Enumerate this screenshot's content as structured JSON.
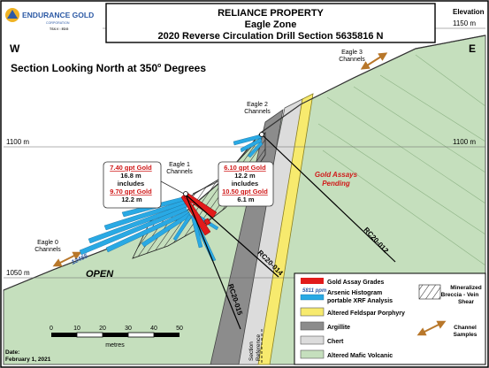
{
  "header": {
    "logo_text": "ENDURANCE GOLD",
    "logo_sub": "CORPORATION",
    "ticker": "TSX.V : EDG",
    "title_line1": "RELIANCE PROPERTY",
    "title_line2": "Eagle Zone",
    "title_line3": "2020 Reverse Circulation Drill Section 5635816 N",
    "elevation_label": "Elevation"
  },
  "directions": {
    "west": "W",
    "east": "E"
  },
  "subtitle": "Section Looking North at 350",
  "subtitle_deg": "o",
  "subtitle_end": " Degrees",
  "elevations": {
    "e1150": "1150 m",
    "e1100": "1100 m",
    "e1050": "1050 m"
  },
  "channels": {
    "eagle3": [
      "Eagle 3",
      "Channels"
    ],
    "eagle2": [
      "Eagle 2",
      "Channels"
    ],
    "eagle1": [
      "Eagle 1",
      "Channels"
    ],
    "eagle0": [
      "Eagle 0",
      "Channels"
    ]
  },
  "assays_left": [
    "7.40 gpt Gold",
    "16.8 m",
    "includes",
    "9.70 gpt Gold",
    "12.2 m"
  ],
  "assays_right": [
    "6.10 gpt Gold",
    "12.2 m",
    "includes",
    "10.50 gpt Gold",
    "6.1 m"
  ],
  "pending": [
    "Gold Assays",
    "Pending"
  ],
  "holes": {
    "rc12": "RC20-012",
    "rc14": "RC20-014",
    "rc15": "RC20-015"
  },
  "open_label": "OPEN",
  "ppm_label": "12465",
  "section_reference": [
    "Section",
    "Reference"
  ],
  "scale": {
    "ticks": [
      "0",
      "10",
      "20",
      "30",
      "40",
      "50"
    ],
    "unit": "metres"
  },
  "date": [
    "Date:",
    "February 1, 2021"
  ],
  "legend": {
    "gold": "Gold Assay Grades",
    "ppm": "5811 ppm",
    "arsenic": [
      "Arsenic Histogram",
      "portable XRF Analysis"
    ],
    "porphyry": "Altered Feldspar Porphyry",
    "argillite": "Argillite",
    "chert": "Chert",
    "volcanic": "Altered Mafic Volcanic",
    "breccia": [
      "Mineralized",
      "Breccia - Vein",
      "Shear"
    ],
    "channel": [
      "Channel",
      "Samples"
    ]
  },
  "colors": {
    "volcanic": "#c5dfbd",
    "chert": "#dcdcdc",
    "argillite": "#8c8c8c",
    "porphyry": "#f7ea6e",
    "gold": "#e21b1b",
    "arsenic": "#29a9e4",
    "channel": "#b8772a",
    "assay_text": "#d01818"
  }
}
